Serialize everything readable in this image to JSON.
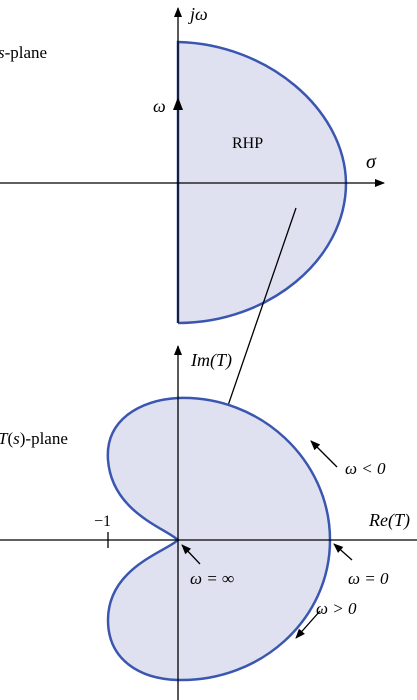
{
  "colors": {
    "region_fill": "#dfe1f0",
    "contour_stroke": "#3a56b0",
    "axis": "#000000"
  },
  "s_plane": {
    "title": "s-plane",
    "title_s": "s",
    "title_rest": "-plane",
    "imag_axis_label": "jω",
    "real_axis_label": "σ",
    "omega_label": "ω",
    "region_label": "RHP"
  },
  "t_plane": {
    "title_T": "T",
    "title_paren_open": "(",
    "title_s": "s",
    "title_rest": ")-plane",
    "imag_axis_label": "Im(T)",
    "real_axis_label": "Re(T)",
    "minus_one_label": "−1",
    "omega_infinity_label": "ω = ∞",
    "omega_zero_label": "ω = 0",
    "omega_negative_label": "ω < 0",
    "omega_positive_label": "ω > 0"
  }
}
